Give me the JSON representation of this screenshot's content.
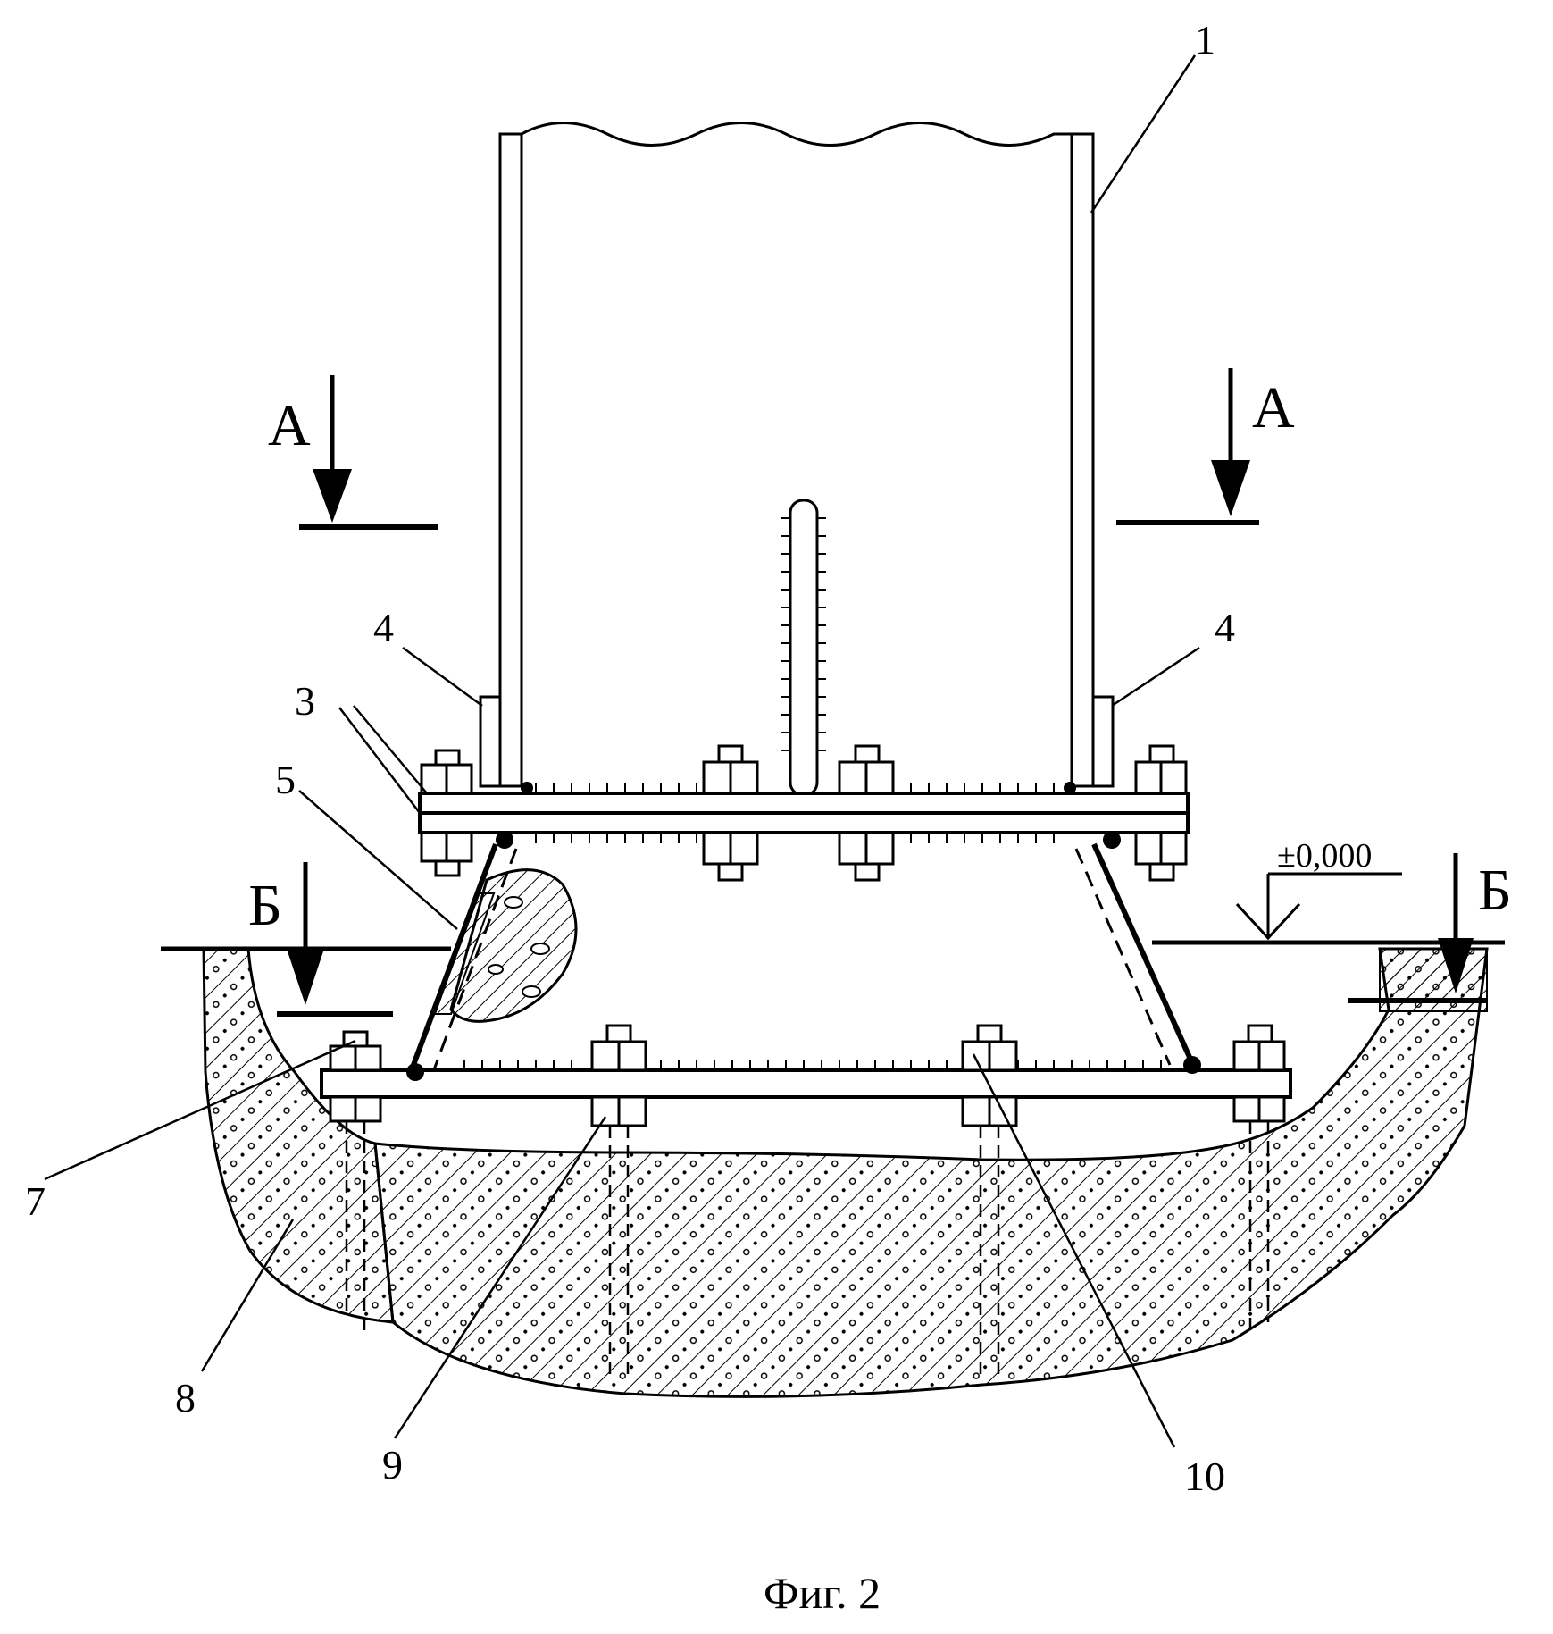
{
  "labels": {
    "ref_1": "1",
    "ref_3": "3",
    "ref_4_left": "4",
    "ref_4_right": "4",
    "ref_5": "5",
    "ref_7": "7",
    "ref_8": "8",
    "ref_9": "9",
    "ref_10": "10",
    "section_a_left": "А",
    "section_a_right": "А",
    "section_b_left": "Б",
    "section_b_right": "Б",
    "level_mark": "±0,000"
  },
  "caption": "Фиг. 2"
}
